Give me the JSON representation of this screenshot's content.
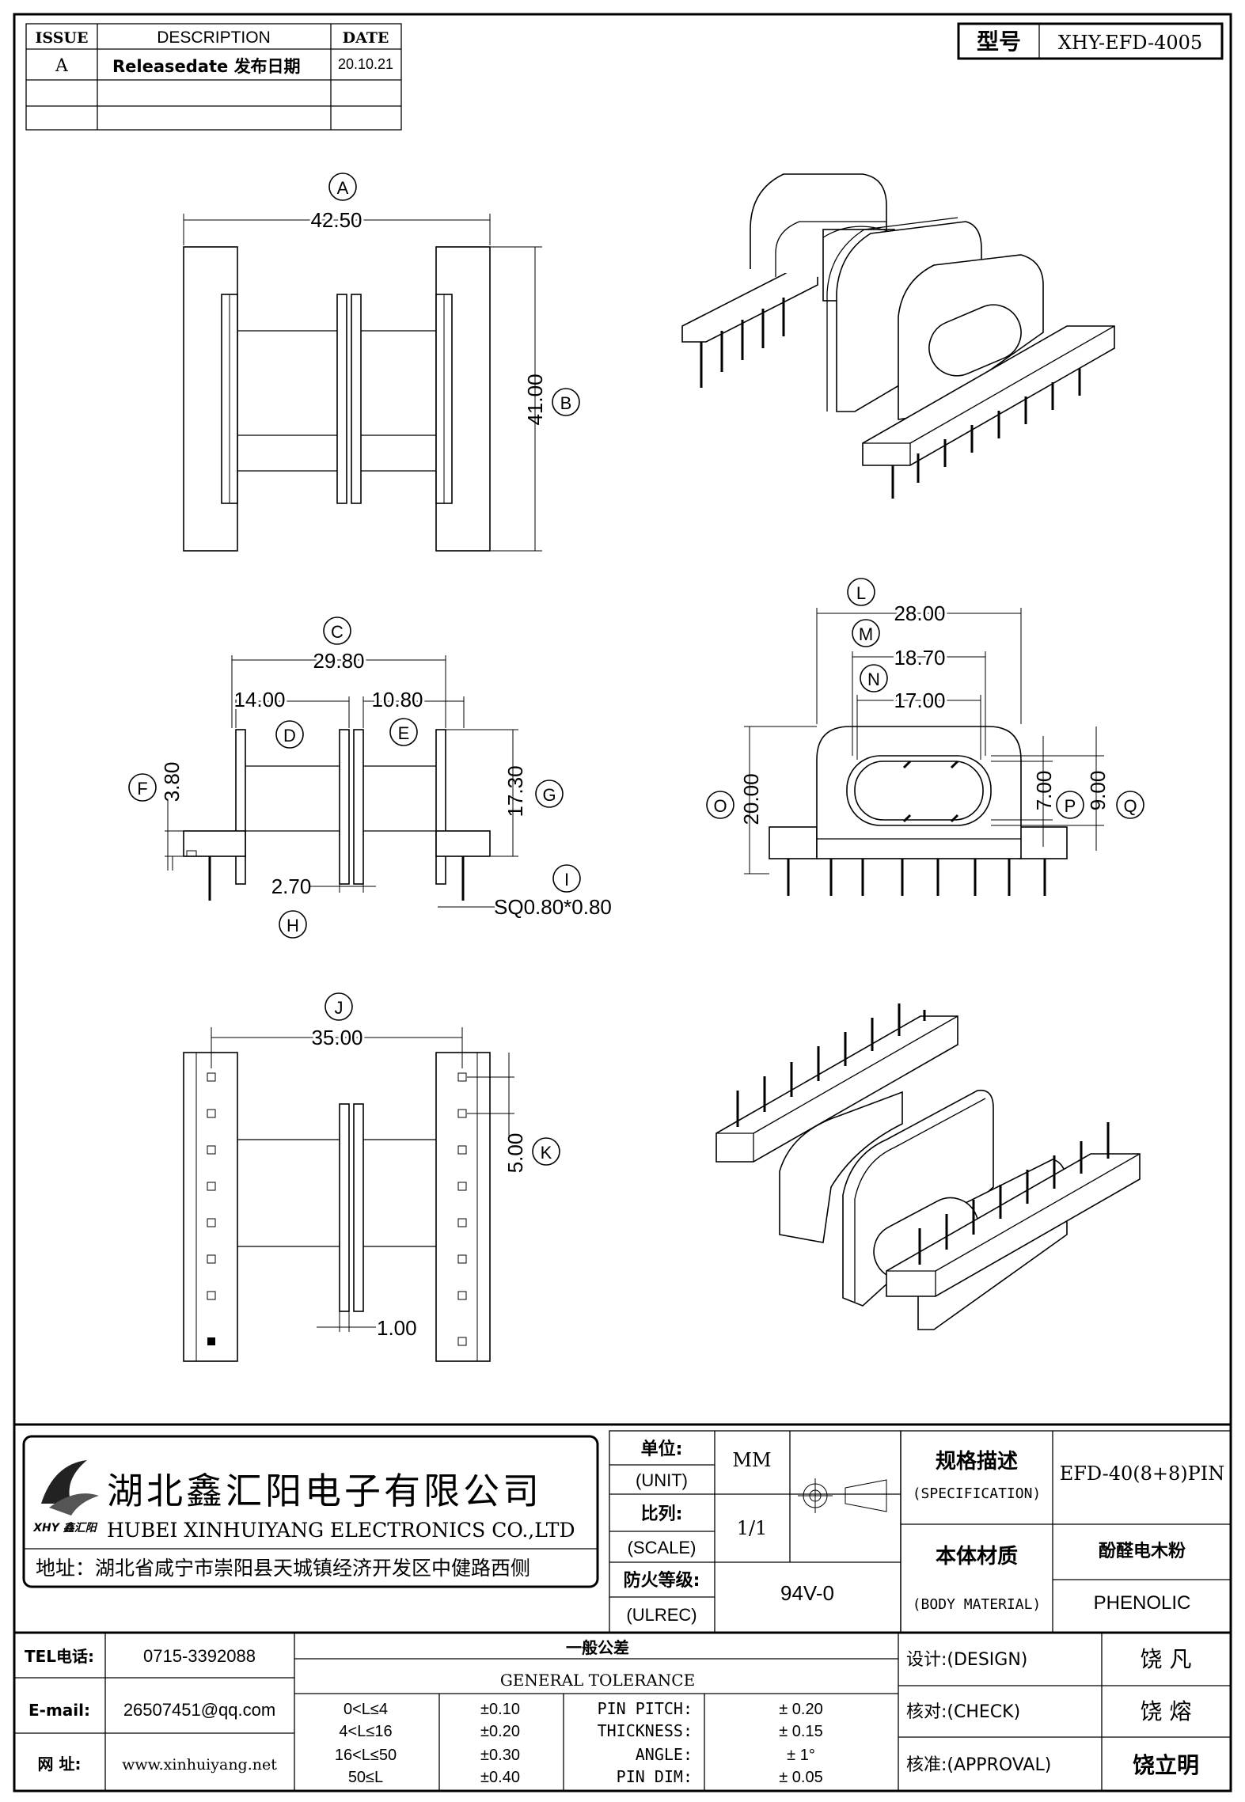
{
  "revision_table": {
    "headers": [
      "ISSUE",
      "DESCRIPTION",
      "DATE"
    ],
    "rows": [
      {
        "issue": "A",
        "description": "Releasedate 发布日期",
        "date": "20.10.21"
      },
      {
        "issue": "",
        "description": "",
        "date": ""
      },
      {
        "issue": "",
        "description": "",
        "date": ""
      }
    ]
  },
  "model": {
    "label": "型号",
    "value": "XHY-EFD-4005"
  },
  "dimensions": {
    "A": {
      "letter": "A",
      "value": "42.50"
    },
    "B": {
      "letter": "B",
      "value": "41.00"
    },
    "C": {
      "letter": "C",
      "value": "29.80"
    },
    "D": {
      "letter": "D",
      "value": "14.00"
    },
    "E": {
      "letter": "E",
      "value": "10.80"
    },
    "F": {
      "letter": "F",
      "value": "3.80"
    },
    "G": {
      "letter": "G",
      "value": "17.30"
    },
    "H": {
      "letter": "H",
      "value": "2.70"
    },
    "I": {
      "letter": "I",
      "value": "SQ0.80*0.80"
    },
    "J": {
      "letter": "J",
      "value": "35.00"
    },
    "K": {
      "letter": "K",
      "value": "5.00"
    },
    "K2": {
      "value": "1.00"
    },
    "L": {
      "letter": "L",
      "value": "28.00"
    },
    "M": {
      "letter": "M",
      "value": "18.70"
    },
    "N": {
      "letter": "N",
      "value": "17.00"
    },
    "O": {
      "letter": "O",
      "value": "20.00"
    },
    "P": {
      "letter": "P",
      "value": "7.00"
    },
    "Q": {
      "letter": "Q",
      "value": "9.00"
    }
  },
  "company": {
    "name_cn": "湖北鑫汇阳电子有限公司",
    "name_en": "HUBEI XINHUIYANG ELECTRONICS CO.,LTD",
    "address": "地址：湖北省咸宁市崇阳县天城镇经济开发区中健路西侧",
    "logo_text": "XHY 鑫汇阳"
  },
  "title_block": {
    "unit_label_cn": "单位:",
    "unit_label_en": "(UNIT)",
    "unit_value": "MM",
    "scale_label_cn": "比列:",
    "scale_label_en": "(SCALE)",
    "scale_value": "1/1",
    "ul_label_cn": "防火等级:",
    "ul_label_en": "(ULREC)",
    "ul_value": "94V-0",
    "spec_label_cn": "规格描述",
    "spec_label_en": "(SPECIFICATION)",
    "spec_value": "EFD-40(8+8)PIN",
    "material_label_cn": "本体材质",
    "material_label_en": "(BODY MATERIAL)",
    "material_value_cn": "酚醛电木粉",
    "material_value_en": "PHENOLIC"
  },
  "contact": {
    "tel_label": "TEL电话:",
    "tel": "0715-3392088",
    "email_label": "E-mail:",
    "email": "26507451@qq.com",
    "web_label": "网  址:",
    "web": "www.xinhuiyang.net"
  },
  "tolerance": {
    "title_cn": "一般公差",
    "title_en": "GENERAL TOLERANCE",
    "ranges": [
      {
        "range": "0<L≤4",
        "tol": "±0.10"
      },
      {
        "range": "4<L≤16",
        "tol": "±0.20"
      },
      {
        "range": "16<L≤50",
        "tol": "±0.30"
      },
      {
        "range": "50≤L",
        "tol": "±0.40"
      }
    ],
    "items": [
      {
        "name": "PIN PITCH:",
        "tol": "± 0.20"
      },
      {
        "name": "THICKNESS:",
        "tol": "± 0.15"
      },
      {
        "name": "ANGLE:",
        "tol": "± 1°"
      },
      {
        "name": "PIN DIM:",
        "tol": "± 0.05"
      }
    ]
  },
  "approvals": [
    {
      "label": "设计:(DESIGN)",
      "name": "饶  凡"
    },
    {
      "label": "核对:(CHECK)",
      "name": "饶  熔"
    },
    {
      "label": "核准:(APPROVAL)",
      "name": "饶立明"
    }
  ]
}
